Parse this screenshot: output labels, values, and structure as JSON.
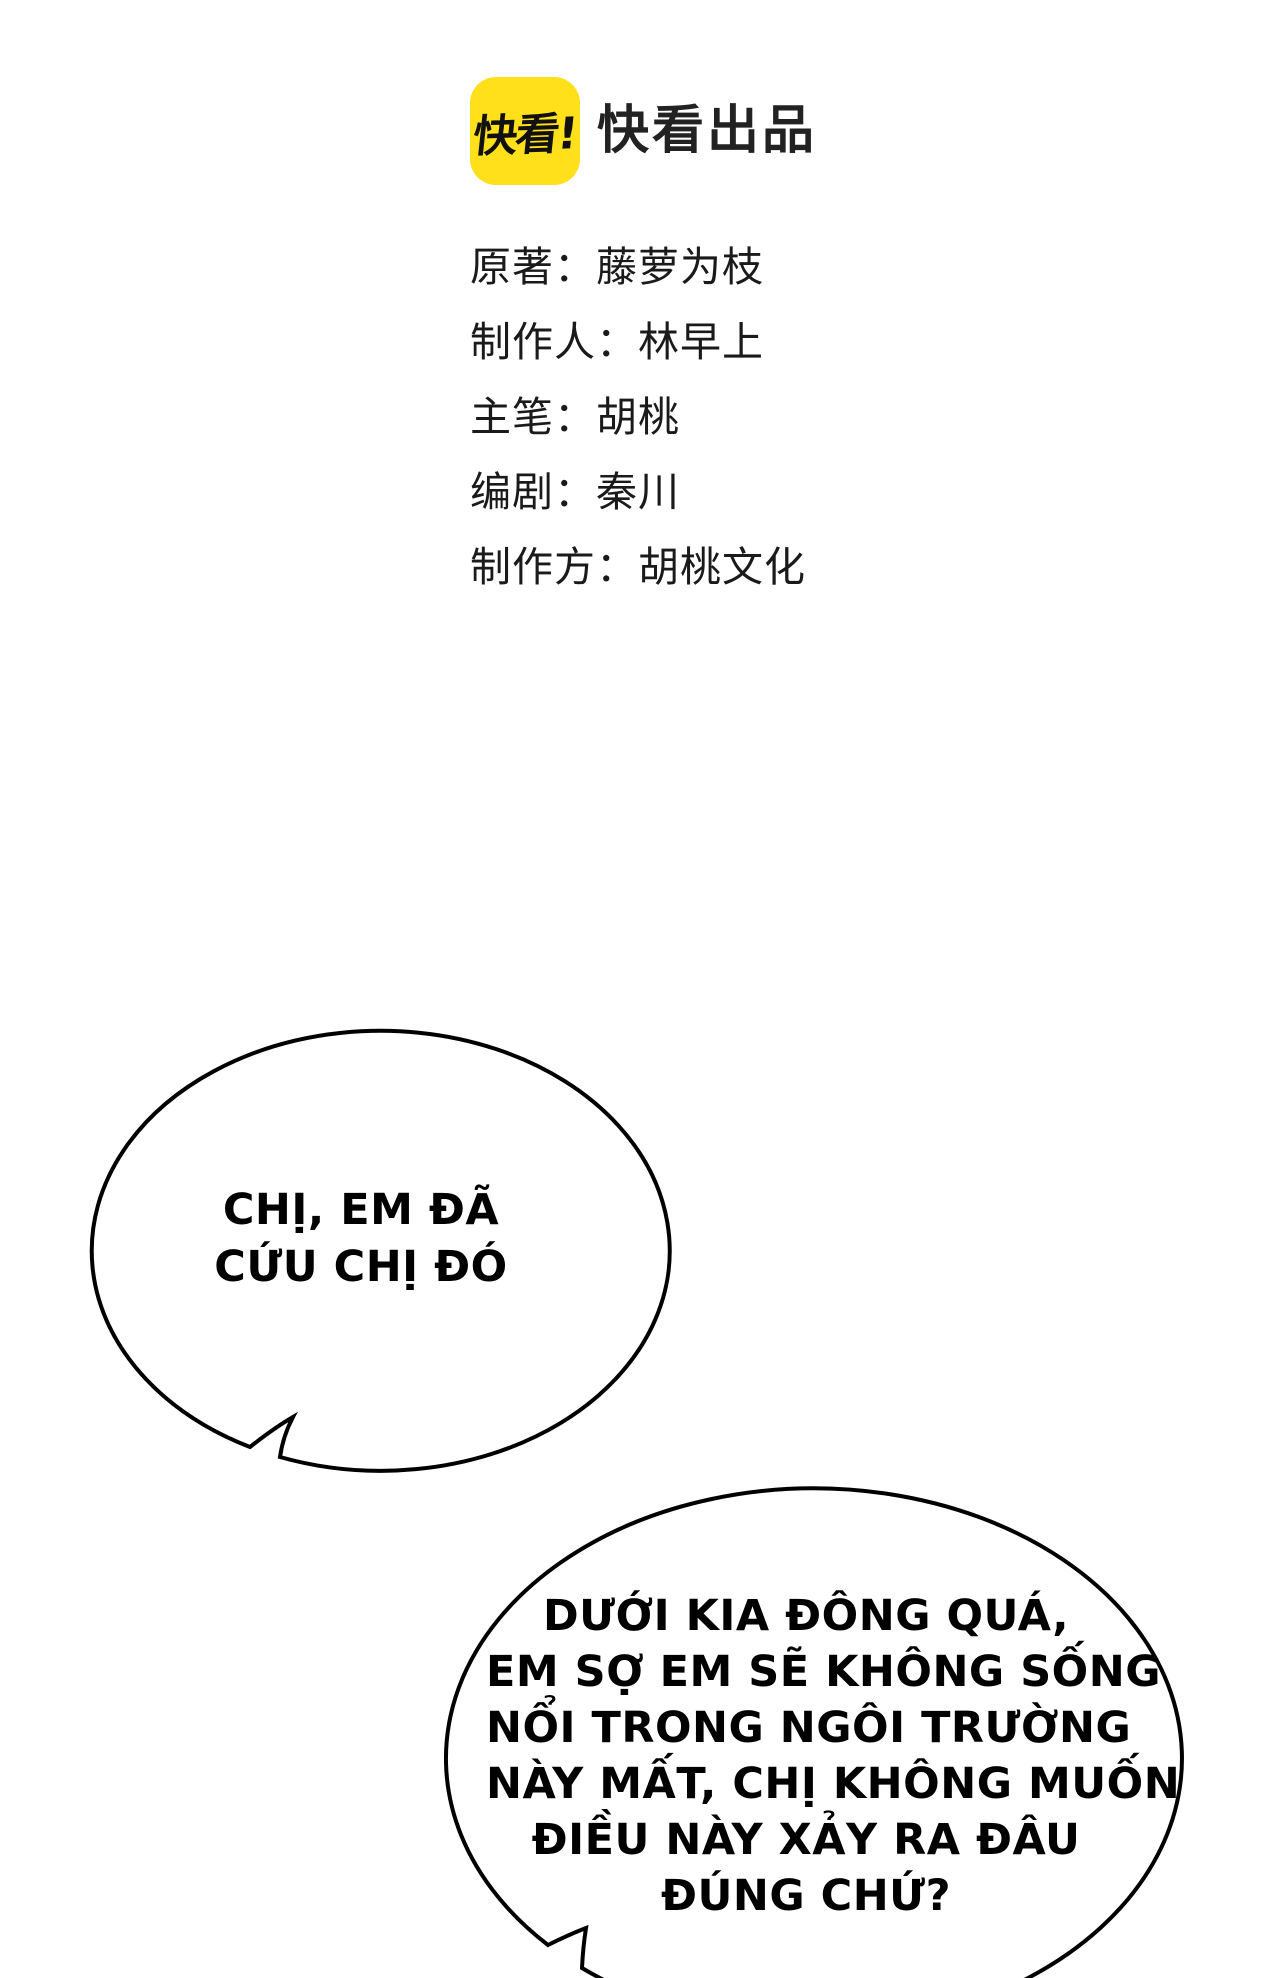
{
  "publisher_header": {
    "logo_badge": "快看!",
    "logo_caption": "快看出品"
  },
  "credits": {
    "lines": [
      "原著：藤萝为枝",
      "制作人：林早上",
      "主笔：胡桃",
      "编剧：秦川",
      "制作方：胡桃文化"
    ]
  },
  "speech_bubbles": [
    {
      "lines": [
        "CHỊ, EM ĐÃ",
        "CỨU CHỊ ĐÓ"
      ]
    },
    {
      "lines": [
        "DƯỚI KIA ĐÔNG QUÁ,",
        "EM SỢ EM SẼ KHÔNG SỐNG",
        "NỔI TRONG NGÔI TRƯỜNG",
        "NÀY MẤT, CHỊ KHÔNG MUỐN",
        "ĐIỀU NÀY XẢY RA ĐÂU",
        "ĐÚNG CHỨ?"
      ]
    }
  ],
  "colors": {
    "brand_yellow": "#FFE01A",
    "ink": "#1A1A1A",
    "bubble_outline": "#000000"
  }
}
